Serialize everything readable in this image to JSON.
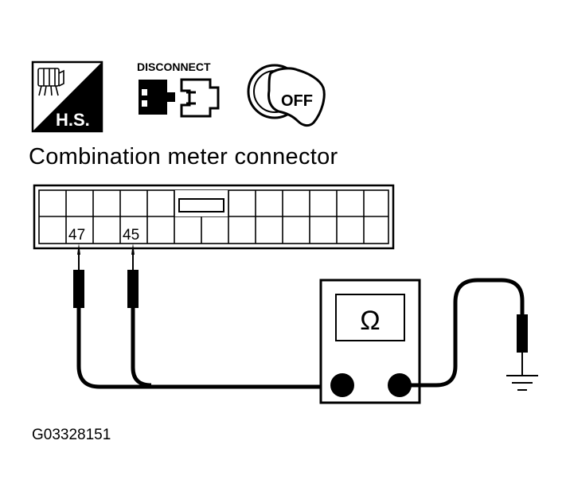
{
  "header": {
    "hs_label": "H.S.",
    "disconnect_label": "DISCONNECT",
    "ignition_label": "OFF"
  },
  "diagram": {
    "title": "Combination meter connector",
    "connector": {
      "pin_labels": [
        "47",
        "45"
      ]
    },
    "meter": {
      "unit_symbol": "Ω"
    },
    "figure_code": "G03328151"
  }
}
